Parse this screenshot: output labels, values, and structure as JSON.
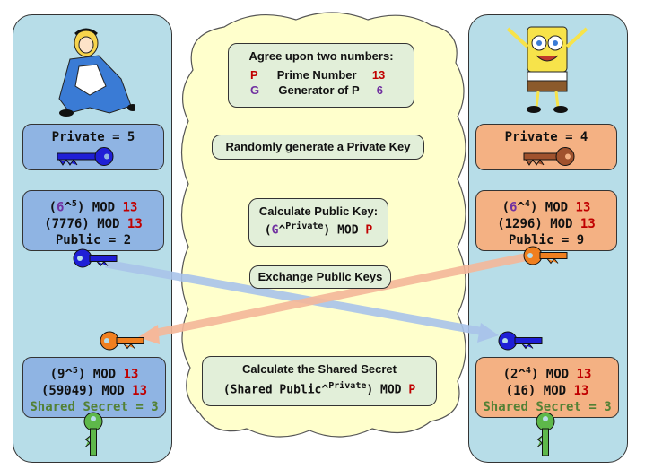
{
  "agree": {
    "title": "Agree upon two numbers:",
    "p_symbol": "P",
    "p_label": "Prime Number",
    "p_value": "13",
    "g_symbol": "G",
    "g_label": "Generator of P",
    "g_value": "6"
  },
  "steps": {
    "random": "Randomly generate a Private Key",
    "calc_title": "Calculate Public Key:",
    "calc_open": "(",
    "calc_g": "G",
    "calc_caret": "^",
    "calc_exp": "Private",
    "calc_close": ") MOD ",
    "calc_p": "P",
    "exchange": "Exchange Public Keys",
    "shared_title": "Calculate the Shared Secret",
    "shared_open": "(Shared Public^",
    "shared_exp": "Private",
    "shared_close": ") MOD ",
    "shared_p": "P"
  },
  "alice": {
    "private": "Private = 5",
    "pub1_open": "(",
    "pub1_base": "6",
    "pub1_caret": "^",
    "pub1_exp": "5",
    "pub1_close": ") MOD ",
    "pub1_mod": "13",
    "pub2": "(7776) MOD ",
    "pub2_mod": "13",
    "pub3": "Public = 2",
    "sh1_open": "(9^",
    "sh1_exp": "5",
    "sh1_close": ") MOD ",
    "sh1_mod": "13",
    "sh2": "(59049) MOD ",
    "sh2_mod": "13",
    "sh3": "Shared Secret = 3"
  },
  "bob": {
    "private": "Private = 4",
    "pub1_open": "(",
    "pub1_base": "6",
    "pub1_caret": "^",
    "pub1_exp": "4",
    "pub1_close": ") MOD ",
    "pub1_mod": "13",
    "pub2": "(1296) MOD ",
    "pub2_mod": "13",
    "pub3": "Public = 9",
    "sh1_open": "(2^",
    "sh1_exp": "4",
    "sh1_close": ") MOD ",
    "sh1_mod": "13",
    "sh2": "(16) MOD ",
    "sh2_mod": "13",
    "sh3": "Shared Secret = 3"
  },
  "colors": {
    "panel": "#b7dde8",
    "cloud": "#ffffcc",
    "alice_box": "#8fb4e3",
    "bob_box": "#f4b183",
    "step_box": "#e2efd9",
    "blue_key": "#1f1fd6",
    "orange_key": "#f07f1f",
    "green_key": "#5eb84a",
    "red_text": "#c00000",
    "purple_text": "#7030a0"
  },
  "icons": [
    "alice-figure",
    "spongebob-figure",
    "key-icon"
  ]
}
